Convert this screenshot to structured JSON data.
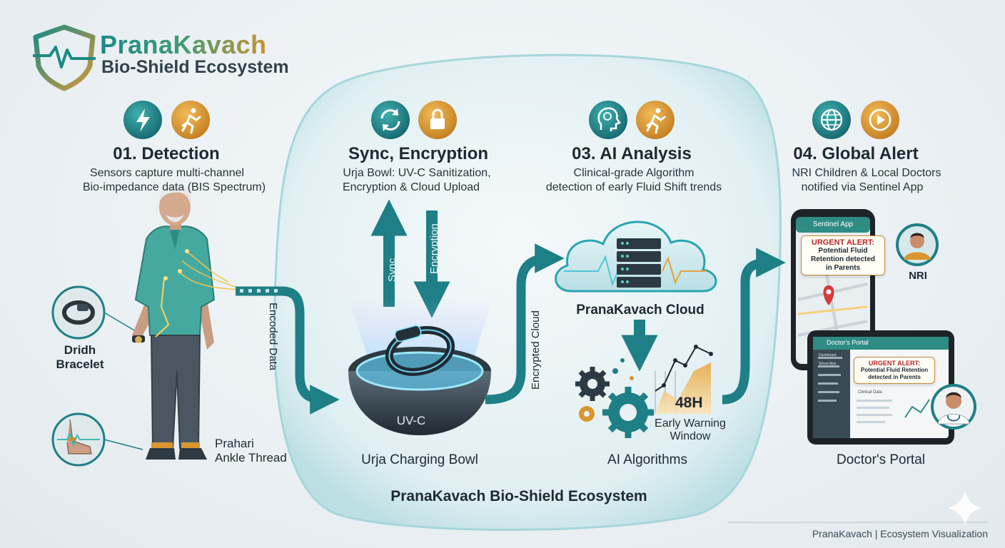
{
  "brand": {
    "title": "PranaKavach",
    "subtitle": "Bio-Shield Ecosystem"
  },
  "steps": [
    {
      "title": "01. Detection",
      "desc1": "Sensors capture multi-channel",
      "desc2": "Bio-impedance data (BIS Spectrum)",
      "icons": [
        "lightning-icon",
        "running-person-icon"
      ]
    },
    {
      "title": "Sync, Encryption",
      "desc1": "Urja Bowl: UV-C Sanitization,",
      "desc2": "Encryption & Cloud Upload",
      "icons": [
        "sync-arrows-icon",
        "padlock-icon"
      ]
    },
    {
      "title": "03. AI Analysis",
      "desc1": "Clinical-grade Algorithm",
      "desc2": "detection of early Fluid Shift trends",
      "icons": [
        "brain-head-icon",
        "running-person-icon"
      ]
    },
    {
      "title": "04. Global Alert",
      "desc1": "NRI Children & Local Doctors",
      "desc2": "notified via Sentinel App",
      "icons": [
        "globe-icon",
        "play-icon"
      ]
    }
  ],
  "devices": {
    "bracelet": {
      "line1": "Dridh",
      "line2": "Bracelet"
    },
    "ankle": {
      "line1": "Prahari",
      "line2": "Ankle Thread"
    }
  },
  "flows": {
    "encoded": "Encoded Data",
    "sync": "Sync",
    "encryption": "Encryption",
    "encrypted_cloud": "Encrypted Cloud"
  },
  "bowl": {
    "uvc": "UV-C",
    "bowl_text": "UV-C",
    "label": "Urja Charging Bowl"
  },
  "cloud": {
    "label": "PranaKavach Cloud"
  },
  "ai": {
    "hours": "48H",
    "warning1": "Early Warning",
    "warning2": "Window",
    "label": "AI Algorithms"
  },
  "phone": {
    "app_title": "Sentinel App",
    "alert_title": "URGENT ALERT:",
    "alert_l1": "Potential Fluid",
    "alert_l2": "Retention detected",
    "alert_l3": "in Parents"
  },
  "nri": {
    "label": "NRI"
  },
  "portal": {
    "title": "Doctor's Portal",
    "alert_title": "URGENT ALERT:",
    "alert_l1": "Potential Fluid Retention",
    "alert_l2": "detected in Parents",
    "menu": [
      "Dashboard",
      "Sinsel Alse"
    ],
    "section": "Clinical Data",
    "label": "Doctor's Portal"
  },
  "ecosystem_label": "PranaKavach Bio-Shield Ecosystem",
  "footer": "PranaKavach | Ecosystem Visualization",
  "colors": {
    "teal": "#1f7f86",
    "gold": "#d9962e",
    "alert_red": "#b8262b"
  }
}
